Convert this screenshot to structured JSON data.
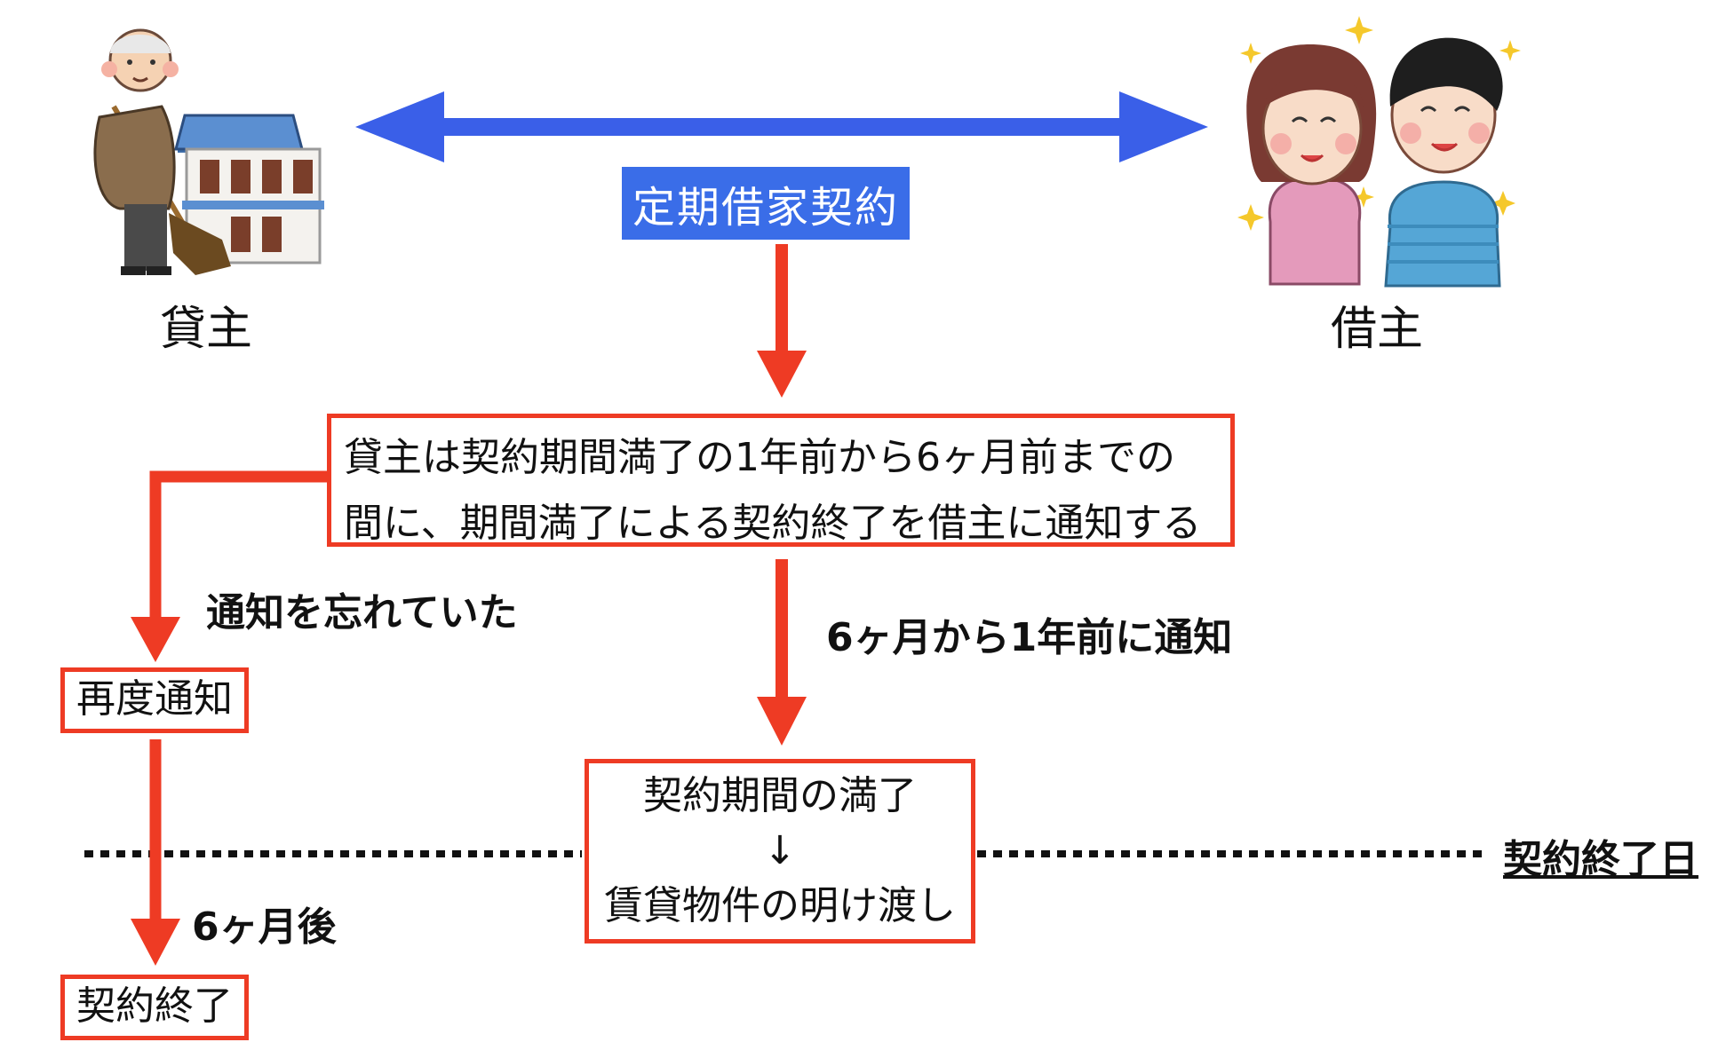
{
  "colors": {
    "blue_arrow": "#3a5fe8",
    "red_arrow": "#ee3b24",
    "badge_bg": "#3a6de8"
  },
  "parties": {
    "landlord": {
      "label": "貸主",
      "icon": "landlord-with-broom-and-house-icon"
    },
    "tenant": {
      "label": "借主",
      "icon": "smiling-couple-icon"
    }
  },
  "contract_label": "定期借家契約",
  "notice_box": {
    "line1": "貸主は契約期間満了の1年前から6ヶ月前までの",
    "line2": "間に、期間満了による契約終了を借主に通知する"
  },
  "branch_forgot": {
    "label": "通知を忘れていた",
    "box": "再度通知",
    "after_label": "6ヶ月後",
    "end_box": "契約終了"
  },
  "branch_notified": {
    "label": "6ヶ月から1年前に通知",
    "box_line1": "契約期間の満了",
    "box_arrow": "↓",
    "box_line2": "賃貸物件の明け渡し"
  },
  "end_date_label": "契約終了日"
}
